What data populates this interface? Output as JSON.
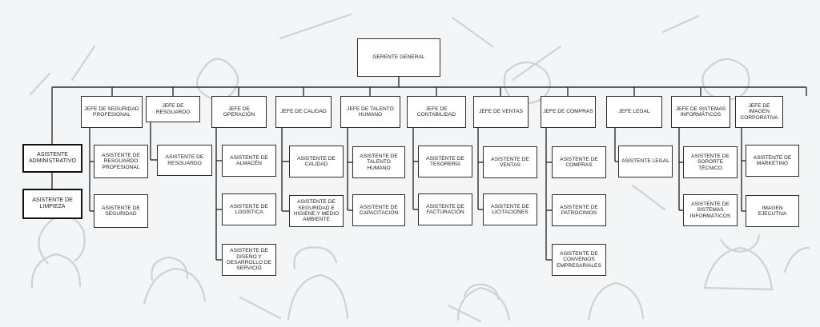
{
  "org": {
    "root": "GERENTE GENERAL",
    "side": [
      "ASISTENTE ADMINISTRATIVO",
      "ASISTENTE DE LIMPIEZA"
    ],
    "columns": [
      {
        "head": "JEFE DE SEGURIDAD PROFESIONAL",
        "assistants": [
          "ASISTENTE DE RESGUARDO PROFESIONAL",
          "ASISTENTE DE SEGURIDAD"
        ]
      },
      {
        "head": "JEFE DE RESGUARDO",
        "assistants": [
          "ASISTENTE DE RESGUARDO"
        ]
      },
      {
        "head": "JEFE DE OPERACIÓN",
        "assistants": [
          "ASISTENTE DE ALMACÉN",
          "ASISTENTE DE LOGÍSTICA",
          "ASISTENTE DE DISEÑO Y DESARROLLO DE SERVICIO"
        ]
      },
      {
        "head": "JEFE DE CALIDAD",
        "assistants": [
          "ASISTENTE DE CALIDAD",
          "ASISTENTE DE SEGURIDAD E HIGIENE Y MEDIO AMBIENTE"
        ]
      },
      {
        "head": "JEFE DE TALENTO HUMANO",
        "assistants": [
          "ASISTENTE DE TALENTO HUMANO",
          "ASISTENTE DE CAPACITACIÓN"
        ]
      },
      {
        "head": "JEFE DE CONTABILIDAD",
        "assistants": [
          "ASISTENTE DE TESORERÍA",
          "ASISTENTE DE FACTURACIÓN"
        ]
      },
      {
        "head": "JEFE DE VENTAS",
        "assistants": [
          "ASISTENTE DE VENTAS",
          "ASISTENTE DE LICITACIONES"
        ]
      },
      {
        "head": "JEFE DE COMPRAS",
        "assistants": [
          "ASISTENTE DE COMPRAS",
          "ASISTENTE DE PATROCINIOS",
          "ASISTENTE DE CONVENIOS EMPRESARIALES"
        ]
      },
      {
        "head": "JEFE LEGAL",
        "assistants": [
          "ASISTENTE LEGAL"
        ]
      },
      {
        "head": "JEFE DE SISTEMAS INFORMÁTICOS",
        "assistants": [
          "ASISTENTE DE SOPORTE TÉCNICO",
          "ASISTENTE DE SISTEMAS INFORMÁTICOS"
        ]
      },
      {
        "head": "JEFE DE IMAGEN CORPORATIVA",
        "assistants": [
          "ASISTENTE DE MARKETING",
          "IMAGEN EJECUTIVA"
        ]
      }
    ]
  }
}
